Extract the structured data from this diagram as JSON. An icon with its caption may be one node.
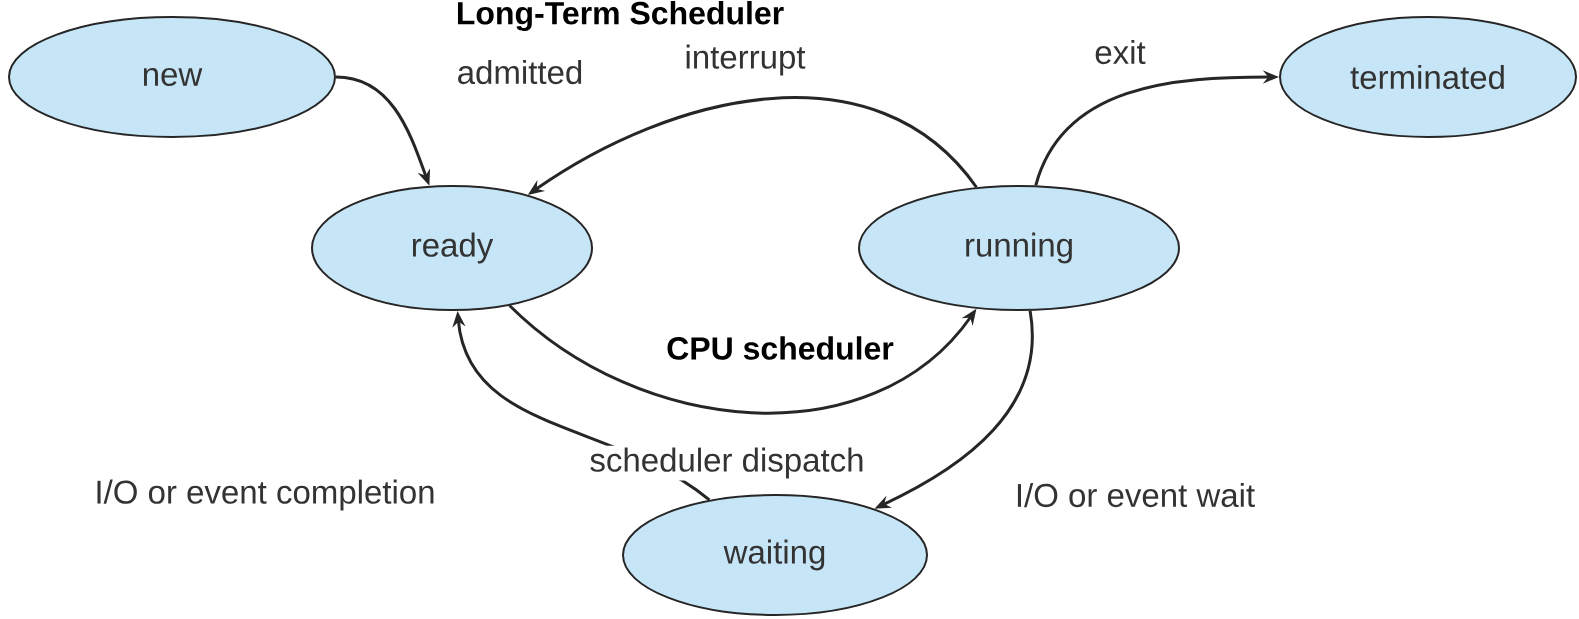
{
  "diagram": {
    "nodes": [
      {
        "text": [
          "new"
        ]
      },
      {
        "text": [
          "terminated"
        ]
      },
      {
        "text": [
          "ready"
        ]
      },
      {
        "text": [
          "running"
        ]
      },
      {
        "text": [
          "waiting"
        ]
      }
    ],
    "edges": [
      {
        "from": 0,
        "to": 2,
        "arrow": "to",
        "label": "admitted"
      },
      {
        "from": 3,
        "to": 2,
        "arrow": "to",
        "label": "interrupt"
      },
      {
        "from": 3,
        "to": 1,
        "arrow": "to",
        "label": "exit"
      },
      {
        "from": 2,
        "to": 3,
        "arrow": "to",
        "label": "scheduler dispatch"
      },
      {
        "from": 3,
        "to": 4,
        "arrow": "to",
        "label": "I/O or event wait"
      },
      {
        "from": 4,
        "to": 2,
        "arrow": "to",
        "label": "I/O or event completion"
      }
    ],
    "labels": [
      "Long-Term Scheduler",
      "CPU scheduler"
    ]
  }
}
